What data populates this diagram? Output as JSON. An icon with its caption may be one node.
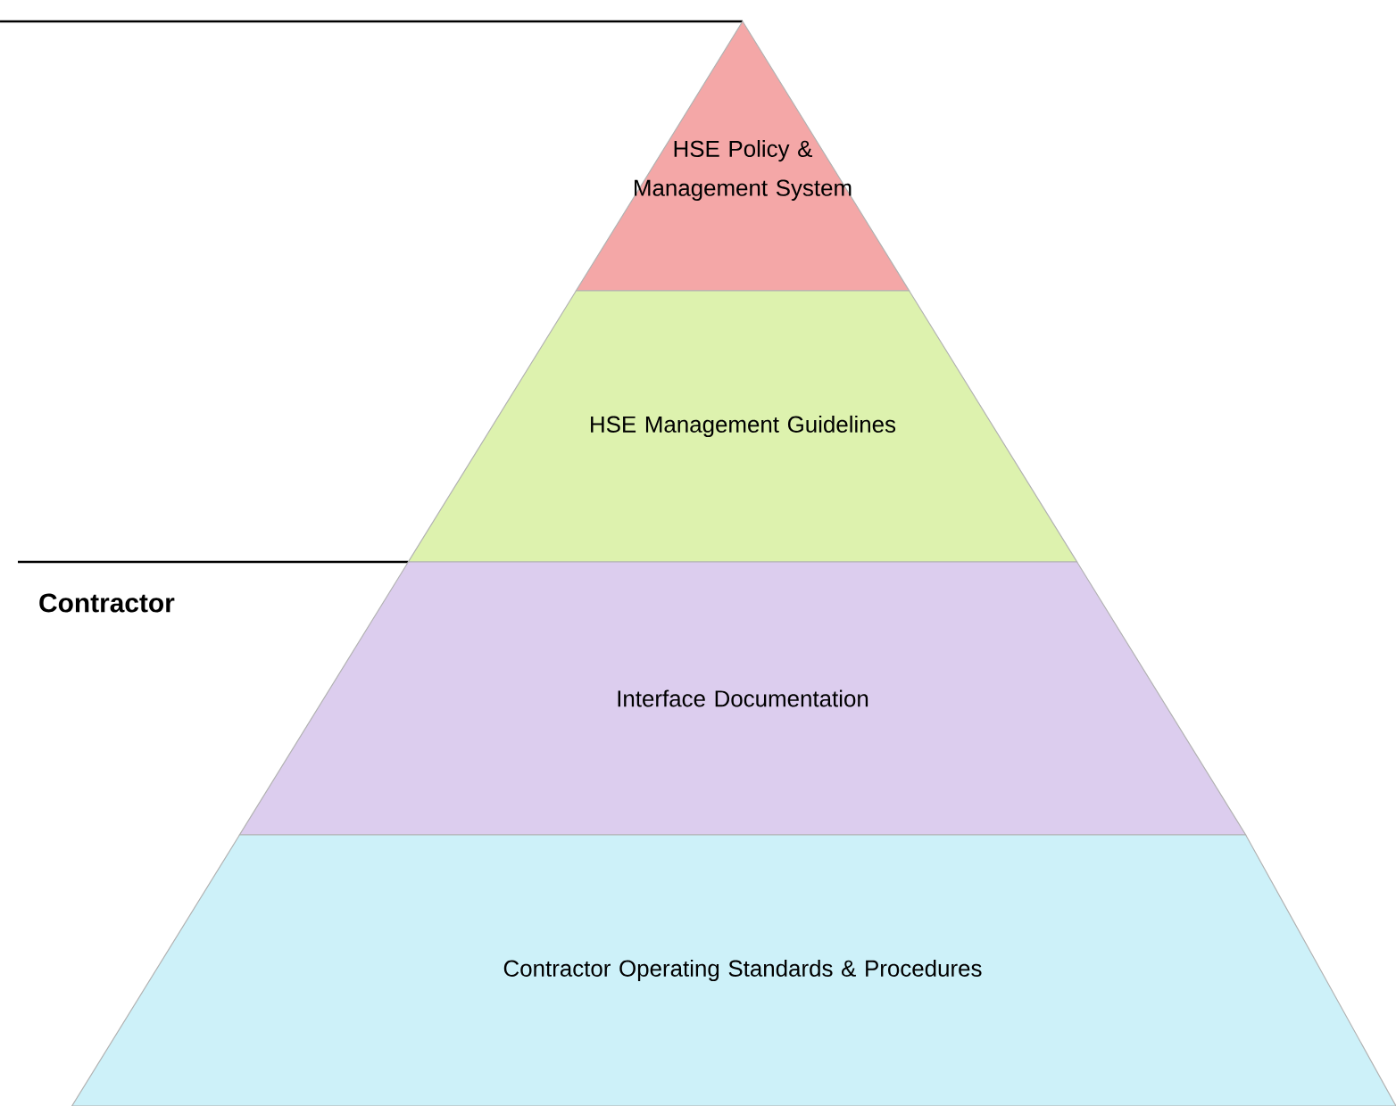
{
  "diagram": {
    "nodes": [
      {
        "text": [
          "HSE Policy & Management System"
        ]
      },
      {
        "text": [
          "HSE Management Guidelines"
        ]
      },
      {
        "text": [
          "Interface Documentation"
        ]
      },
      {
        "text": [
          "Contractor Operating Standards & Procedures"
        ]
      }
    ],
    "labels": [
      "Contractor"
    ]
  }
}
